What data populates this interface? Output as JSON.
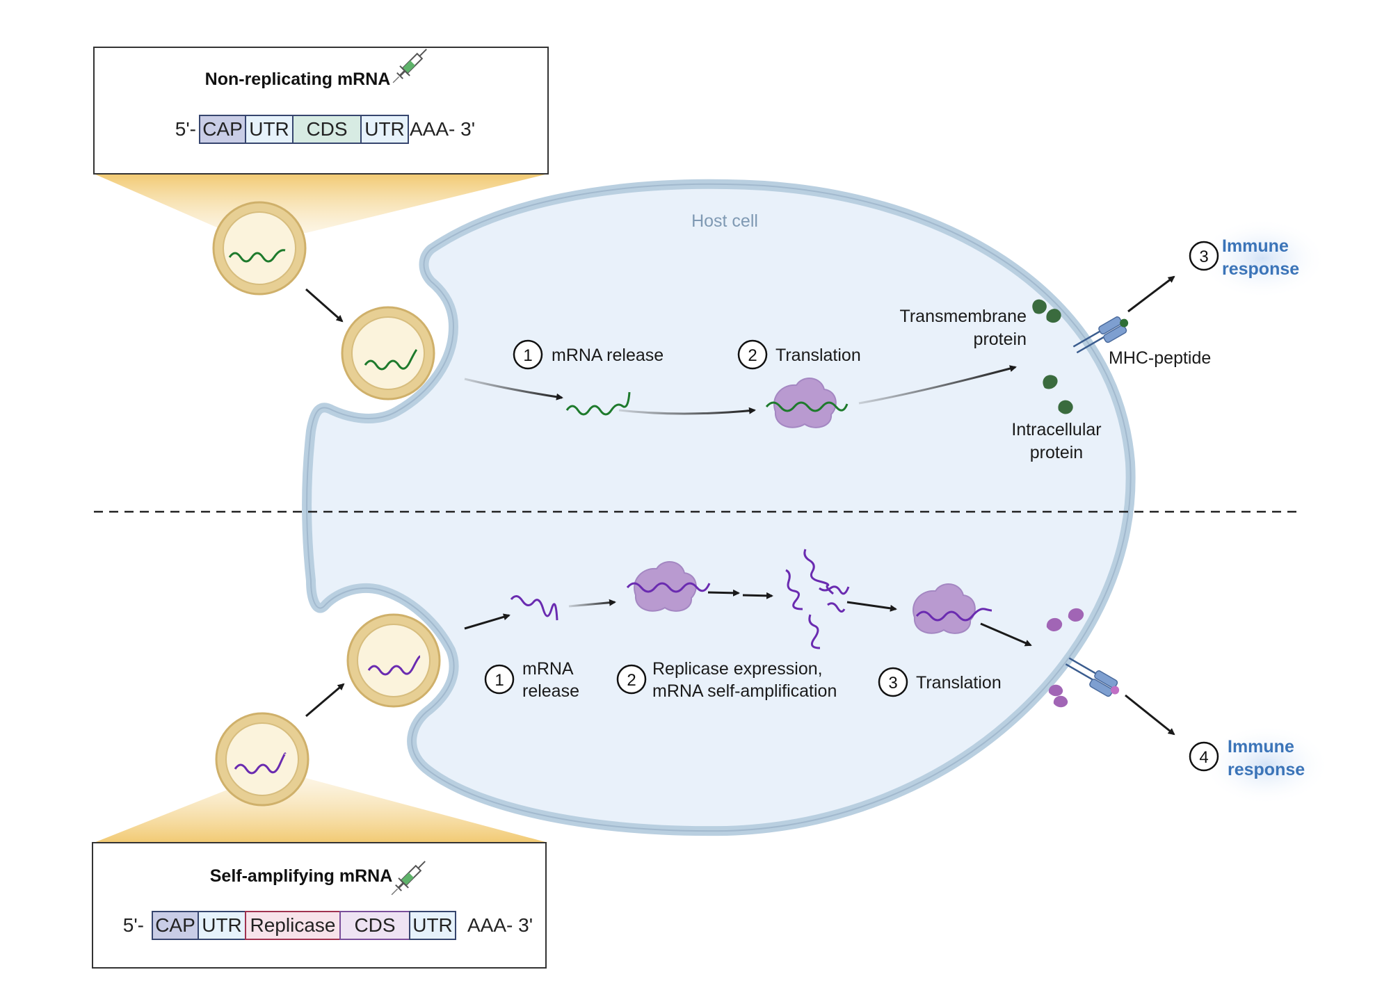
{
  "top": {
    "title": "Non-replicating mRNA",
    "prefix": "5'-",
    "segments": [
      {
        "label": "CAP",
        "color": "#c9cde6"
      },
      {
        "label": "UTR",
        "color": "#e6f2fb"
      },
      {
        "label": "CDS",
        "color": "#d7ebe3"
      },
      {
        "label": "UTR",
        "color": "#e6f2fb"
      }
    ],
    "suffix": "AAA- 3'",
    "rna_color": "#1e7a2c",
    "steps": [
      {
        "num": "1",
        "label": "mRNA release"
      },
      {
        "num": "2",
        "label": "Translation"
      },
      {
        "num": "3",
        "label_line1": "Immune",
        "label_line2": "response"
      }
    ],
    "transmembrane_line1": "Transmembrane",
    "transmembrane_line2": "protein",
    "intracellular_line1": "Intracellular",
    "intracellular_line2": "protein",
    "mhc": "MHC-peptide"
  },
  "bottom": {
    "title": "Self-amplifying mRNA",
    "prefix": "5'-",
    "segments": [
      {
        "label": "CAP",
        "color": "#c9cde6"
      },
      {
        "label": "UTR",
        "color": "#e6f2fb"
      },
      {
        "label": "Replicase",
        "color": "#f7e3ea"
      },
      {
        "label": "CDS",
        "color": "#eee3f3"
      },
      {
        "label": "UTR",
        "color": "#e6f2fb"
      }
    ],
    "suffix": "AAA- 3'",
    "rna_color": "#6a2bb0",
    "steps": [
      {
        "num": "1",
        "label_line1": "mRNA",
        "label_line2": "release"
      },
      {
        "num": "2",
        "label_line1": "Replicase expression,",
        "label_line2": "mRNA self-amplification"
      },
      {
        "num": "3",
        "label": "Translation"
      },
      {
        "num": "4",
        "label_line1": "Immune",
        "label_line2": "response"
      }
    ]
  },
  "host_cell": "Host cell",
  "colors": {
    "membrane": "#b9cfe0",
    "cytoplasm": "#e9f1fa",
    "lnp_outer": "#e7cf94",
    "lnp_inner": "#fbf3dc",
    "ribosome": "#b99ad0",
    "protein_green": "#3a6b3e",
    "protein_purple": "#a165b5",
    "mhc": "#7e9fd0",
    "immune_text": "#3b74b8"
  }
}
